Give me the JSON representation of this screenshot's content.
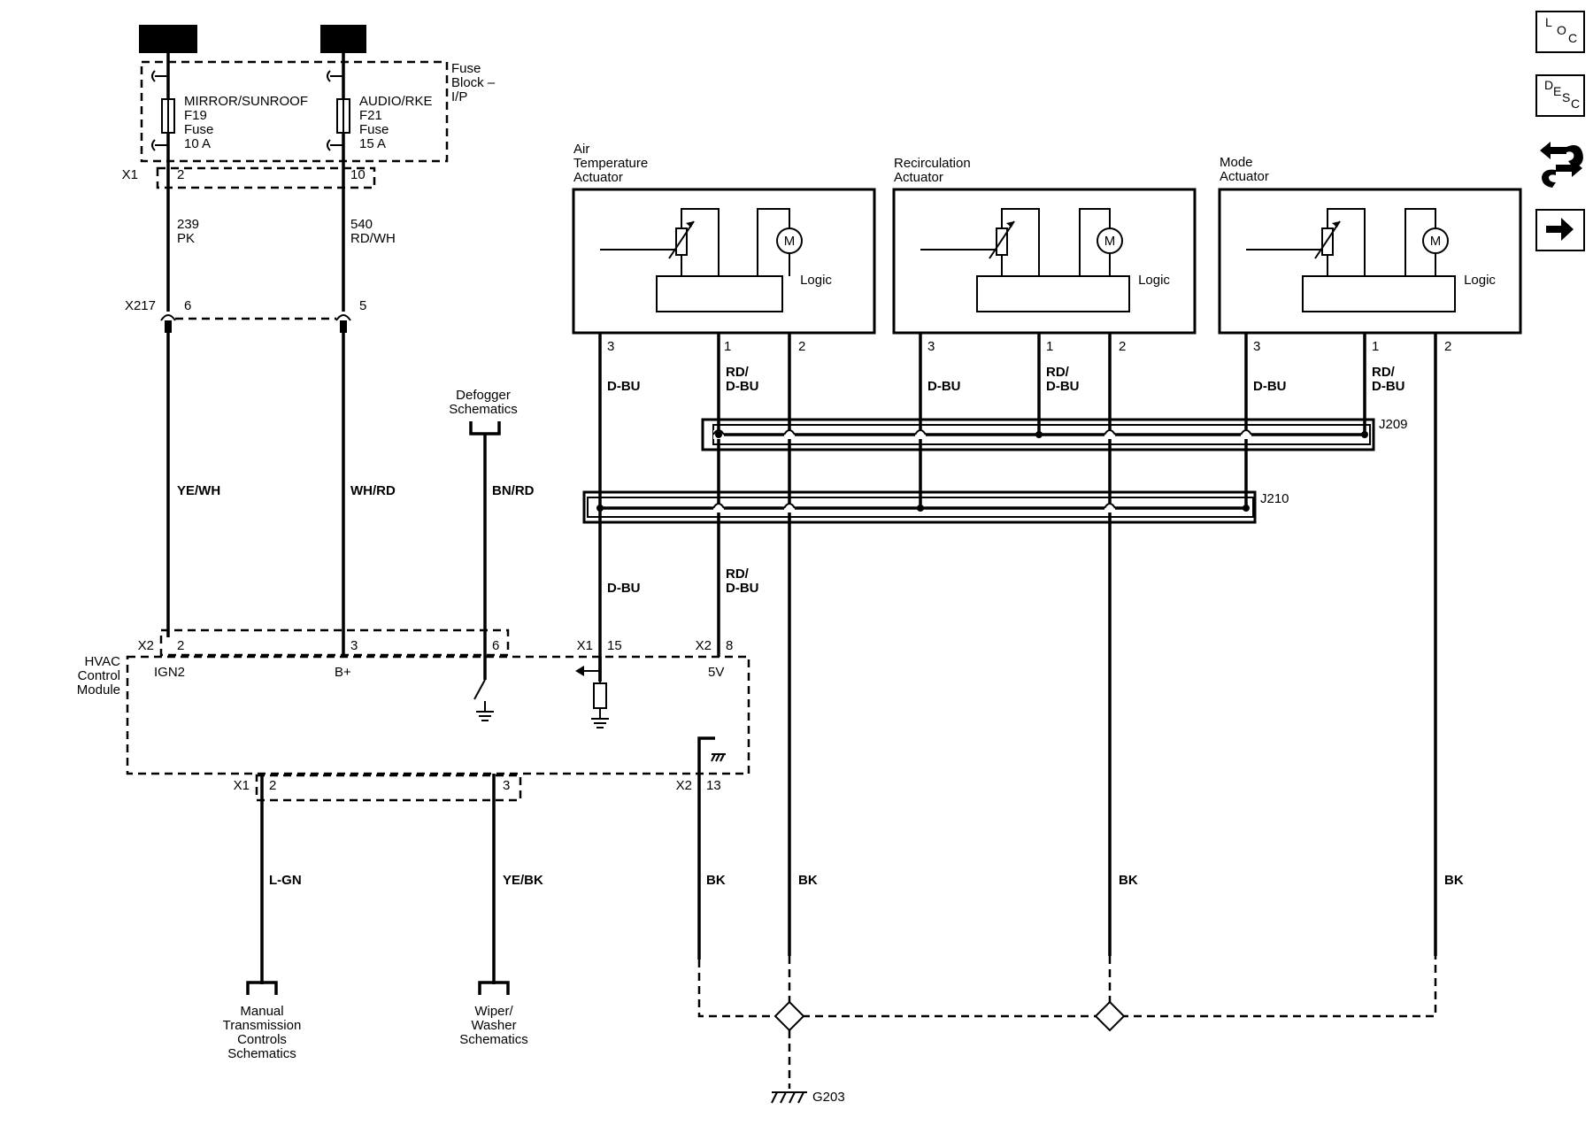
{
  "power": {
    "ign": "IGN 2",
    "batt": "B+"
  },
  "fuse_block": {
    "label": [
      "Fuse",
      "Block –",
      "I/P"
    ],
    "connector": "X1",
    "left": {
      "name": "MIRROR/SUNROOF",
      "id": "F19",
      "kind": "Fuse",
      "rating": "10 A",
      "pin": "2"
    },
    "right": {
      "name": "AUDIO/RKE",
      "id": "F21",
      "kind": "Fuse",
      "rating": "15 A",
      "pin": "10"
    }
  },
  "circuits": {
    "c239": {
      "num": "239",
      "color": "PK"
    },
    "c540": {
      "num": "540",
      "color": "RD/WH"
    }
  },
  "x217": {
    "name": "X217",
    "pin_left": "6",
    "pin_right": "5"
  },
  "wires": {
    "ign": "YE/WH",
    "batt": "WH/RD",
    "defog": "BN/RD",
    "lgn": "L-GN",
    "yebk": "YE/BK",
    "bk": "BK",
    "dbu": "D-BU",
    "rd1": "RD/",
    "rd2": "D-BU"
  },
  "defogger": [
    "Defogger",
    "Schematics"
  ],
  "actuators": [
    {
      "title": [
        "Air",
        "Temperature",
        "Actuator"
      ],
      "logic": "Logic",
      "motor": "M",
      "pins": [
        "3",
        "1",
        "2"
      ]
    },
    {
      "title": [
        "Recirculation",
        "Actuator"
      ],
      "logic": "Logic",
      "motor": "M",
      "pins": [
        "3",
        "1",
        "2"
      ]
    },
    {
      "title": [
        "Mode",
        "Actuator"
      ],
      "logic": "Logic",
      "motor": "M",
      "pins": [
        "3",
        "1",
        "2"
      ]
    }
  ],
  "splices": {
    "j209": "J209",
    "j210": "J210"
  },
  "hvac": {
    "label": [
      "HVAC",
      "Control",
      "Module"
    ],
    "x1": "X1",
    "x2": "X2",
    "pin_ign": "2",
    "pin_batt": "3",
    "pin_defog": "6",
    "pin_15": "15",
    "pin_8": "8",
    "sig_ign": "IGN2",
    "sig_batt": "B+",
    "sig_5v": "5V",
    "pin_lgn": "2",
    "pin_wiper": "3",
    "pin_gnd": "13"
  },
  "bottom": {
    "manual": [
      "Manual",
      "Transmission",
      "Controls",
      "Schematics"
    ],
    "wiper": [
      "Wiper/",
      "Washer",
      "Schematics"
    ],
    "ground": "G203"
  },
  "nav": {
    "loc": [
      "L",
      "O",
      "C"
    ],
    "desc": [
      "D",
      "E",
      "S",
      "C"
    ]
  }
}
